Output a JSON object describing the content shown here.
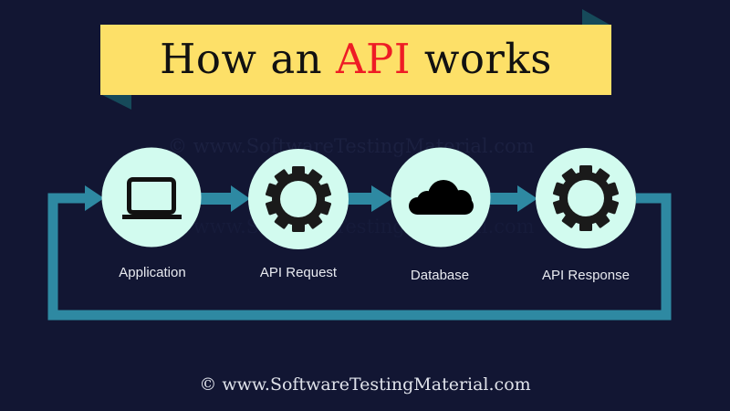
{
  "title": {
    "prefix": "How an ",
    "highlight": "API",
    "suffix": " works"
  },
  "colors": {
    "background": "#121633",
    "banner": "#fde068",
    "banner_fold": "#164a5a",
    "accent_text": "#ee1c25",
    "node_fill": "#d2fbef",
    "connector": "#2e89a2",
    "icon": "#111111",
    "label_text": "#e8eaf0"
  },
  "nodes": [
    {
      "label": "Application",
      "icon": "laptop-icon"
    },
    {
      "label": "API Request",
      "icon": "gear-icon"
    },
    {
      "label": "Database",
      "icon": "cloud-icon"
    },
    {
      "label": "API Response",
      "icon": "gear-icon"
    }
  ],
  "flow": {
    "direction": "left-to-right",
    "loop_back": "API Response returns to Application"
  },
  "watermark": "© www.SoftwareTestingMaterial.com",
  "footer": "© www.SoftwareTestingMaterial.com"
}
